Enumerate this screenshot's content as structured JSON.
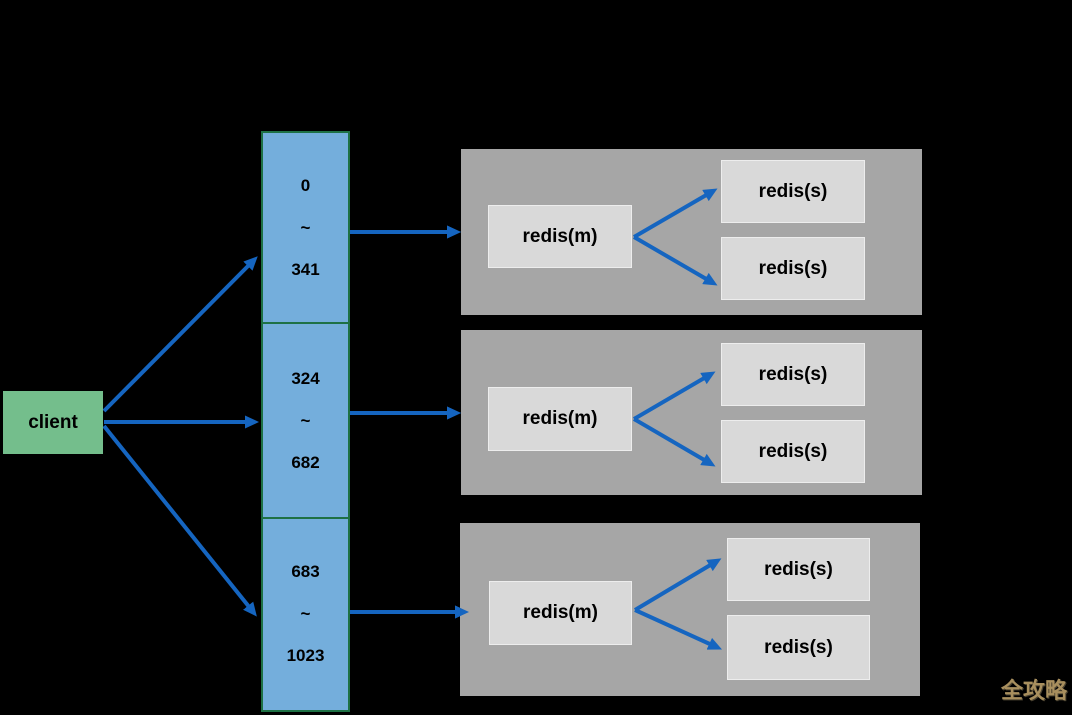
{
  "client": {
    "label": "client"
  },
  "slot_bar": {
    "segments": [
      {
        "from": "0",
        "separator": "~",
        "to": "341"
      },
      {
        "from": "324",
        "separator": "~",
        "to": "682"
      },
      {
        "from": "683",
        "separator": "~",
        "to": "1023"
      }
    ]
  },
  "clusters": [
    {
      "master": "redis(m)",
      "slaves": [
        "redis(s)",
        "redis(s)"
      ]
    },
    {
      "master": "redis(m)",
      "slaves": [
        "redis(s)",
        "redis(s)"
      ]
    },
    {
      "master": "redis(m)",
      "slaves": [
        "redis(s)",
        "redis(s)"
      ]
    }
  ],
  "watermark": {
    "text": "全攻略"
  },
  "colors": {
    "background": "#000000",
    "client_fill": "#74BE8C",
    "slot_bar_fill": "#74AEDC",
    "slot_bar_border": "#1E7145",
    "cluster_fill": "#A6A6A6",
    "node_fill": "#D9D9D9",
    "arrow": "#1565C0",
    "label_text": "#000000",
    "watermark_text": "#A88F5E"
  }
}
